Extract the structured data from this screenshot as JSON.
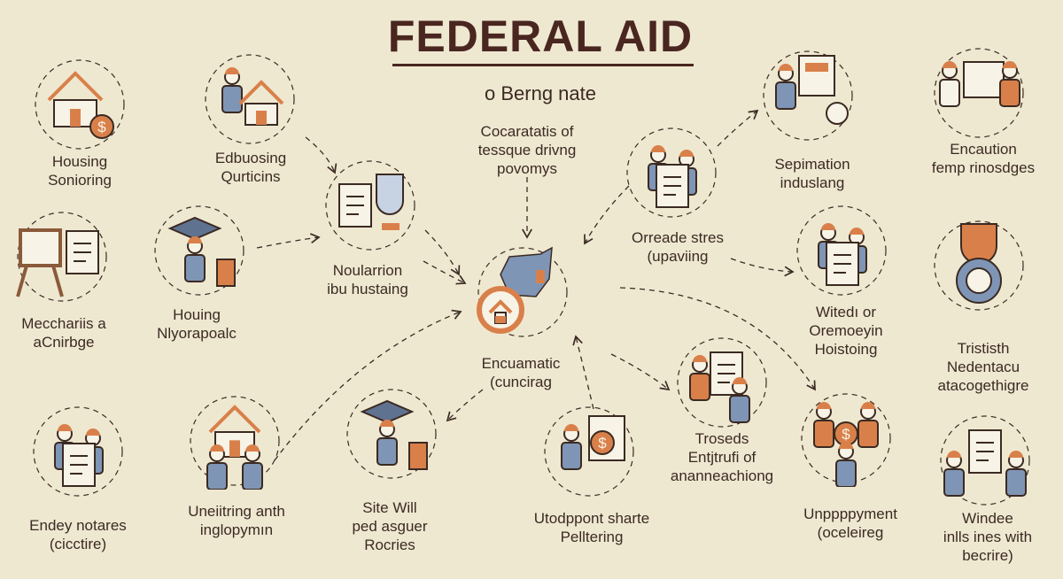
{
  "header": {
    "title": "FEDERAL AID",
    "subtitle": "o Berng nate"
  },
  "colors": {
    "background": "#efe8d1",
    "text": "#3b2a22",
    "accent_orange": "#d9804a",
    "accent_blue": "#7f95b5",
    "title": "#4a2620"
  },
  "nodes": [
    {
      "id": "housing-sonioring",
      "lines": [
        "Housing",
        "Sonioring"
      ],
      "icon": "house-dollar-icon"
    },
    {
      "id": "edbuosing-qurticins",
      "lines": [
        "Edbuosing",
        "Qurticins"
      ],
      "icon": "person-house-icon"
    },
    {
      "id": "noularrion",
      "lines": [
        "Noularrion",
        "ibu hustaing"
      ],
      "icon": "document-trophy-icon"
    },
    {
      "id": "cocaratatis",
      "lines": [
        "Cocaratatis of",
        "tessque drivng",
        "povomys"
      ],
      "icon": ""
    },
    {
      "id": "encuamatic",
      "lines": [
        "Encuamatic",
        "(cuncirag"
      ],
      "icon": "us-map-icon"
    },
    {
      "id": "orreade-stres",
      "lines": [
        "Orreade stres",
        "(upaviing"
      ],
      "icon": "people-document-icon"
    },
    {
      "id": "sepimation",
      "lines": [
        "Sepimation",
        "induslang"
      ],
      "icon": "worker-clock-icon"
    },
    {
      "id": "encaution",
      "lines": [
        "Encaution",
        "femp rinosdges"
      ],
      "icon": "people-board-icon"
    },
    {
      "id": "mecchariis",
      "lines": [
        "Mecchariis a",
        "aCnirbge"
      ],
      "icon": "easel-icon"
    },
    {
      "id": "houing",
      "lines": [
        "Houing",
        "Nlyorapoalc"
      ],
      "icon": "graduation-cap-icon"
    },
    {
      "id": "witedi",
      "lines": [
        "Witedı or",
        "Oremoeyin",
        "Hoistoing"
      ],
      "icon": "people-meeting-icon"
    },
    {
      "id": "trististh",
      "lines": [
        "Trististh",
        "Nedentacu",
        "atacogethigre"
      ],
      "icon": "medal-icon"
    },
    {
      "id": "endey",
      "lines": [
        "Endey notares",
        "(cicctire)"
      ],
      "icon": "people-house-icon"
    },
    {
      "id": "uneiitring",
      "lines": [
        "Uneiitring anth",
        "inglopymın"
      ],
      "icon": "house-people-icon"
    },
    {
      "id": "site-will",
      "lines": [
        "Site Will",
        "ped asguer",
        "Rocries"
      ],
      "icon": "graduate-icon"
    },
    {
      "id": "utodppont",
      "lines": [
        "Utodppont sharte",
        "Pelltering"
      ],
      "icon": "presenter-icon"
    },
    {
      "id": "troseds",
      "lines": [
        "Troseds",
        "Entjtrufi of",
        "ananneachiong"
      ],
      "icon": "people-scroll-icon"
    },
    {
      "id": "unppppyment",
      "lines": [
        "Unppppyment",
        "(oceleireg"
      ],
      "icon": "people-dollar-icon"
    },
    {
      "id": "windee",
      "lines": [
        "Windee",
        "inlls ines with",
        "becrire)"
      ],
      "icon": "people-certificate-icon"
    }
  ]
}
